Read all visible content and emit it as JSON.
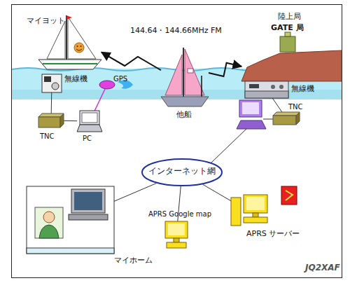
{
  "diagram": {
    "nodes": [
      {
        "text": [
          "マイヨット"
        ]
      },
      {
        "text": [
          "他船"
        ]
      },
      {
        "text": [
          "陸上局",
          "GATE 局"
        ]
      },
      {
        "text": [
          "無線機"
        ]
      },
      {
        "text": [
          "GPS"
        ]
      },
      {
        "text": [
          "TNC"
        ]
      },
      {
        "text": [
          "PC"
        ]
      },
      {
        "text": [
          "無線機"
        ]
      },
      {
        "text": [
          "TNC"
        ]
      },
      {
        "text": [
          "インターネット網"
        ]
      },
      {
        "text": [
          "マイホーム"
        ]
      },
      {
        "text": [
          "APRS Google map"
        ]
      },
      {
        "text": [
          "APRS サーバー"
        ]
      }
    ],
    "edges": [
      {
        "from": 1,
        "to": 0,
        "arrow": "to"
      },
      {
        "from": 1,
        "to": 2,
        "arrow": "to"
      },
      {
        "from": 3,
        "to": 5,
        "arrow": "none"
      },
      {
        "from": 4,
        "to": 6,
        "arrow": "none"
      },
      {
        "from": 5,
        "to": 6,
        "arrow": "none"
      },
      {
        "from": 2,
        "to": 7,
        "arrow": "none"
      },
      {
        "from": 7,
        "to": 8,
        "arrow": "none"
      },
      {
        "from": 9,
        "to": 10,
        "arrow": "none"
      },
      {
        "from": 9,
        "to": 11,
        "arrow": "none"
      },
      {
        "from": 9,
        "to": 12,
        "arrow": "none"
      }
    ],
    "labels": [
      "144.64・144.66MHz FM",
      "JQ2XAF"
    ]
  }
}
